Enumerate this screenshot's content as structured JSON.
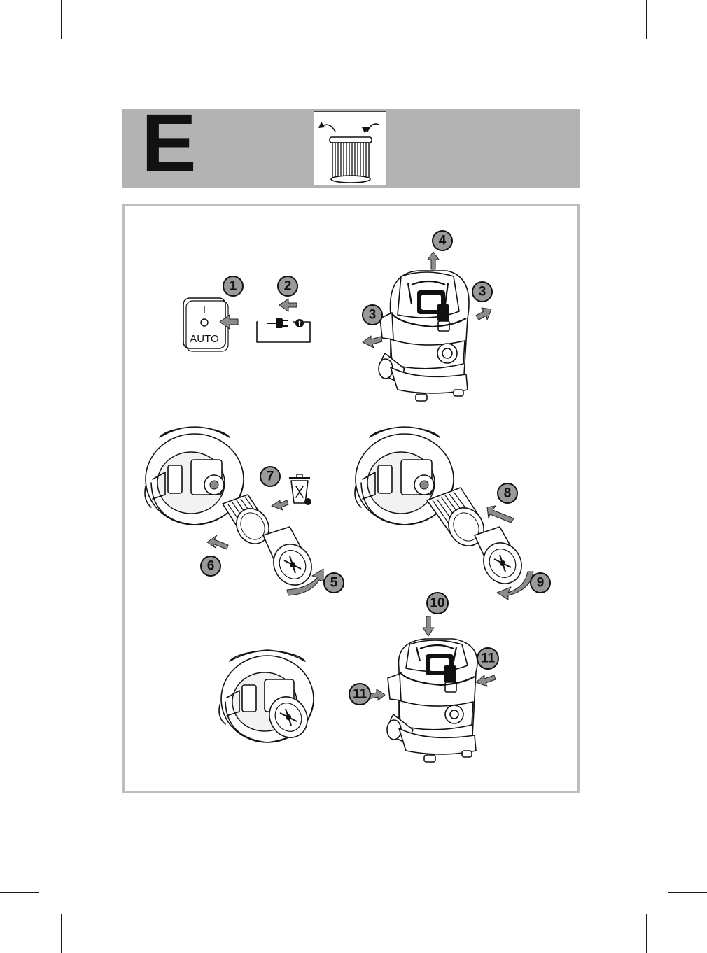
{
  "header": {
    "section_letter": "E",
    "thumbnail_icon": "filter-cartridge-rotate-icon"
  },
  "switch": {
    "on_symbol": "I",
    "off_symbol": "O",
    "auto_label": "AUTO"
  },
  "steps": [
    "1",
    "2",
    "3",
    "3",
    "4",
    "5",
    "6",
    "7",
    "8",
    "9",
    "10",
    "11",
    "11"
  ],
  "colors": {
    "header_bg": "#b3b3b3",
    "panel_border": "#bdbdbd",
    "badge_fill": "#9a9a9a",
    "arrow_fill": "#8c8c8c"
  }
}
